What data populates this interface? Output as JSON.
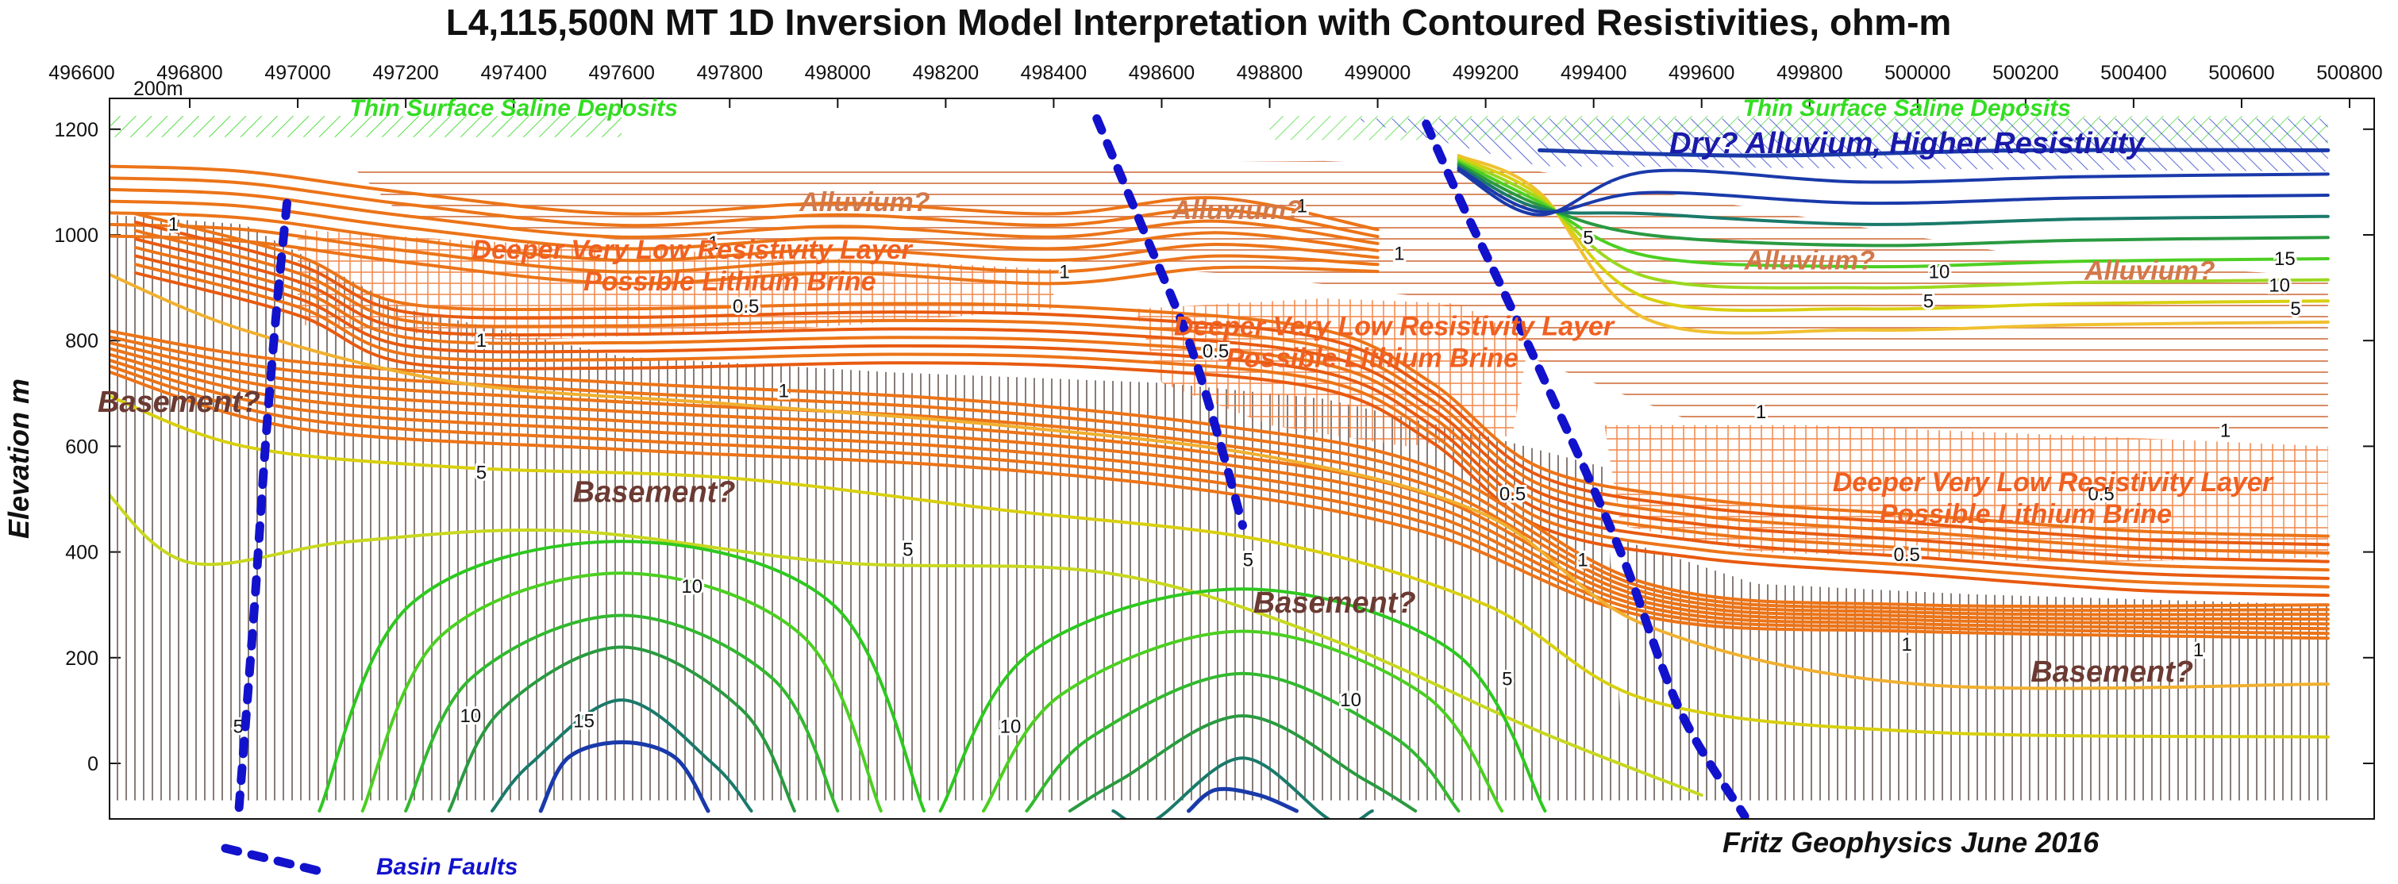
{
  "chart_data": {
    "type": "contour",
    "title": "L4,115,500N MT 1D Inversion Model Interpretation with Contoured Resistivities, ohm-m",
    "ylabel": "Elevation m",
    "xlabel": "",
    "x_ticks": [
      "496600",
      "496800",
      "497000",
      "497200",
      "497400",
      "497600",
      "497800",
      "498000",
      "498200",
      "498400",
      "498600",
      "498800",
      "499000",
      "499200",
      "499400",
      "499600",
      "499800",
      "500000",
      "500200",
      "500400",
      "500600",
      "500800"
    ],
    "y_ticks": [
      "0",
      "200",
      "400",
      "600",
      "800",
      "1000",
      "1200"
    ],
    "xlim": [
      496600,
      500800
    ],
    "ylim": [
      -100,
      1250
    ],
    "scale_label": "200m",
    "contour_levels_ohm_m": [
      0.5,
      1,
      5,
      10,
      15
    ],
    "contour_labels": [
      {
        "text": "1",
        "x": 496770,
        "y": 1020
      },
      {
        "text": "1",
        "x": 497770,
        "y": 985
      },
      {
        "text": "1",
        "x": 498420,
        "y": 930
      },
      {
        "text": "1",
        "x": 498860,
        "y": 1055
      },
      {
        "text": "1",
        "x": 499040,
        "y": 965
      },
      {
        "text": "1",
        "x": 497340,
        "y": 800
      },
      {
        "text": "1",
        "x": 497900,
        "y": 705
      },
      {
        "text": "1",
        "x": 499710,
        "y": 665
      },
      {
        "text": "1",
        "x": 500570,
        "y": 630
      },
      {
        "text": "1",
        "x": 499380,
        "y": 385
      },
      {
        "text": "1",
        "x": 499980,
        "y": 225
      },
      {
        "text": "1",
        "x": 500520,
        "y": 215
      },
      {
        "text": "0.5",
        "x": 497830,
        "y": 865
      },
      {
        "text": "0.5",
        "x": 498700,
        "y": 780
      },
      {
        "text": "0.5",
        "x": 499250,
        "y": 510
      },
      {
        "text": "0.5",
        "x": 499980,
        "y": 395
      },
      {
        "text": "0.5",
        "x": 500340,
        "y": 510
      },
      {
        "text": "5",
        "x": 497340,
        "y": 550
      },
      {
        "text": "5",
        "x": 498130,
        "y": 405
      },
      {
        "text": "5",
        "x": 498760,
        "y": 385
      },
      {
        "text": "5",
        "x": 499240,
        "y": 160
      },
      {
        "text": "5",
        "x": 499390,
        "y": 995
      },
      {
        "text": "5",
        "x": 500020,
        "y": 875
      },
      {
        "text": "5",
        "x": 500700,
        "y": 860
      },
      {
        "text": "5",
        "x": 496890,
        "y": 70
      },
      {
        "text": "10",
        "x": 497730,
        "y": 335
      },
      {
        "text": "10",
        "x": 497320,
        "y": 90
      },
      {
        "text": "10",
        "x": 498320,
        "y": 70
      },
      {
        "text": "10",
        "x": 498950,
        "y": 120
      },
      {
        "text": "10",
        "x": 500040,
        "y": 930
      },
      {
        "text": "10",
        "x": 500670,
        "y": 905
      },
      {
        "text": "15",
        "x": 497530,
        "y": 80
      },
      {
        "text": "15",
        "x": 500680,
        "y": 955
      }
    ],
    "annotations": [
      {
        "text": "Thin Surface Saline Deposits",
        "x": 497400,
        "y": 1225,
        "color": "#33dd22"
      },
      {
        "text": "Thin Surface Saline Deposits",
        "x": 499980,
        "y": 1225,
        "color": "#33dd22"
      },
      {
        "text": "Dry? Alluvium, Higher Resistivity",
        "x": 499980,
        "y": 1155,
        "color": "#1a1aaa"
      },
      {
        "text": "Alluvium?",
        "x": 498050,
        "y": 1045,
        "color": "#d2784a"
      },
      {
        "text": "Alluvium?",
        "x": 498740,
        "y": 1030,
        "color": "#d2784a"
      },
      {
        "text": "Alluvium?",
        "x": 499800,
        "y": 935,
        "color": "#d2784a"
      },
      {
        "text": "Alluvium?",
        "x": 500430,
        "y": 915,
        "color": "#d2784a"
      },
      {
        "text": "Deeper Very Low Resistivity Layer",
        "x": 497730,
        "y": 955,
        "color": "#f06020"
      },
      {
        "text": "Possible Lithium Brine",
        "x": 497800,
        "y": 895,
        "color": "#f06020"
      },
      {
        "text": "Deeper Very Low Resistivity Layer",
        "x": 499030,
        "y": 810,
        "color": "#f06020"
      },
      {
        "text": "Possible Lithium Brine",
        "x": 498990,
        "y": 750,
        "color": "#f06020"
      },
      {
        "text": "Deeper Very Low Resistivity Layer",
        "x": 500250,
        "y": 515,
        "color": "#f06020"
      },
      {
        "text": "Possible Lithium Brine",
        "x": 500200,
        "y": 455,
        "color": "#f06020"
      },
      {
        "text": "Basement?",
        "x": 496780,
        "y": 665,
        "color": "#6b3a32"
      },
      {
        "text": "Basement?",
        "x": 497660,
        "y": 495,
        "color": "#6b3a32"
      },
      {
        "text": "Basement?",
        "x": 498920,
        "y": 285,
        "color": "#6b3a32"
      },
      {
        "text": "Basement?",
        "x": 500360,
        "y": 155,
        "color": "#6b3a32"
      }
    ],
    "fault_lines": [
      [
        [
          496980,
          1060
        ],
        [
          496960,
          850
        ],
        [
          496940,
          600
        ],
        [
          496920,
          300
        ],
        [
          496890,
          -100
        ]
      ],
      [
        [
          498480,
          1220
        ],
        [
          498570,
          1000
        ],
        [
          498650,
          800
        ],
        [
          498710,
          600
        ],
        [
          498750,
          450
        ]
      ],
      [
        [
          499090,
          1210
        ],
        [
          499160,
          1050
        ],
        [
          499230,
          900
        ],
        [
          499320,
          700
        ],
        [
          499450,
          400
        ],
        [
          499560,
          100
        ],
        [
          499680,
          -100
        ]
      ]
    ],
    "legend": [
      {
        "label": "Basin Faults",
        "style": "dashed",
        "color": "#1212cc"
      }
    ],
    "credit": "Fritz Geophysics June 2016",
    "colors": {
      "r0_5": "#e85a10",
      "r1": "#ec7418",
      "r5": "#f0b030",
      "r_green": "#2ec820",
      "r15": "#1a7a6a",
      "r_high": "#1a3aaa",
      "fault": "#1212cc"
    }
  }
}
